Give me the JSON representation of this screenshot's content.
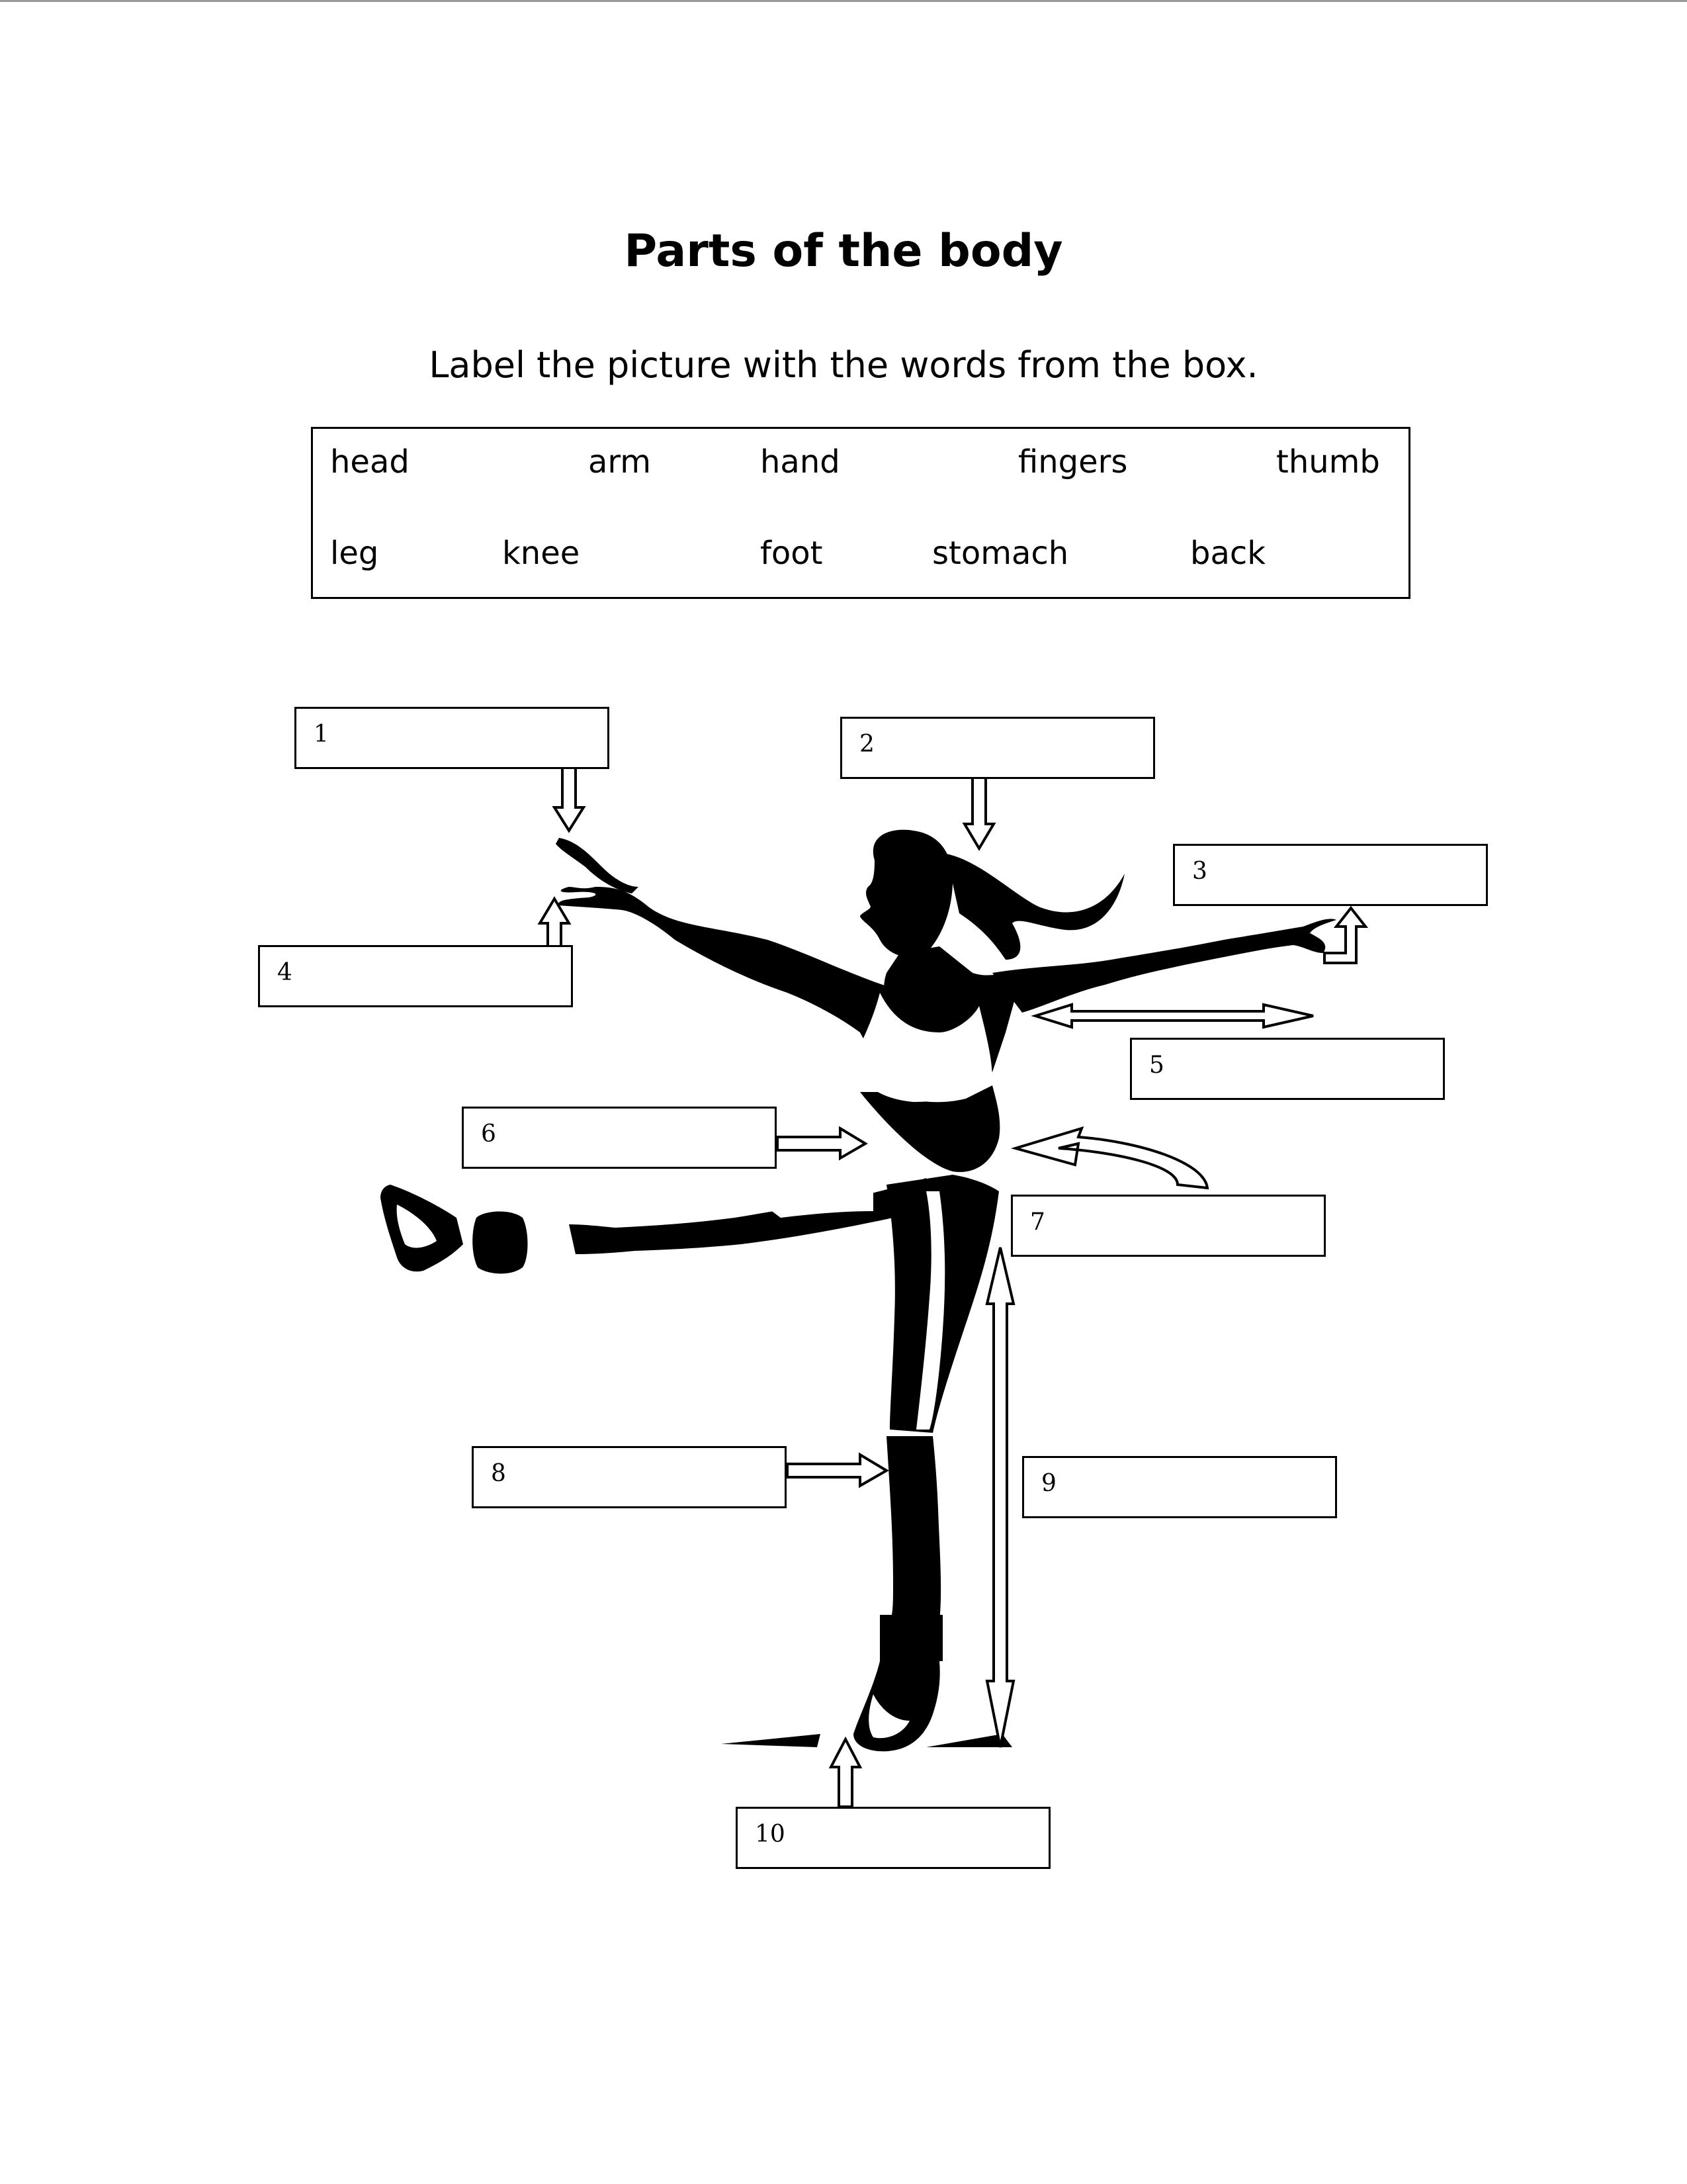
{
  "title": "Parts of the body",
  "instruction": "Label the picture with the words from the box.",
  "word_bank": {
    "row1": [
      "head",
      "arm",
      "hand",
      "fingers",
      "thumb"
    ],
    "row2": [
      "leg",
      "knee",
      "foot",
      "stomach",
      "back"
    ]
  },
  "labels": [
    "1",
    "2",
    "3",
    "4",
    "5",
    "6",
    "7",
    "8",
    "9",
    "10"
  ],
  "colors": {
    "ink": "#000000",
    "paper": "#ffffff"
  },
  "illustration": "silhouette-of-person-balancing-on-one-leg"
}
